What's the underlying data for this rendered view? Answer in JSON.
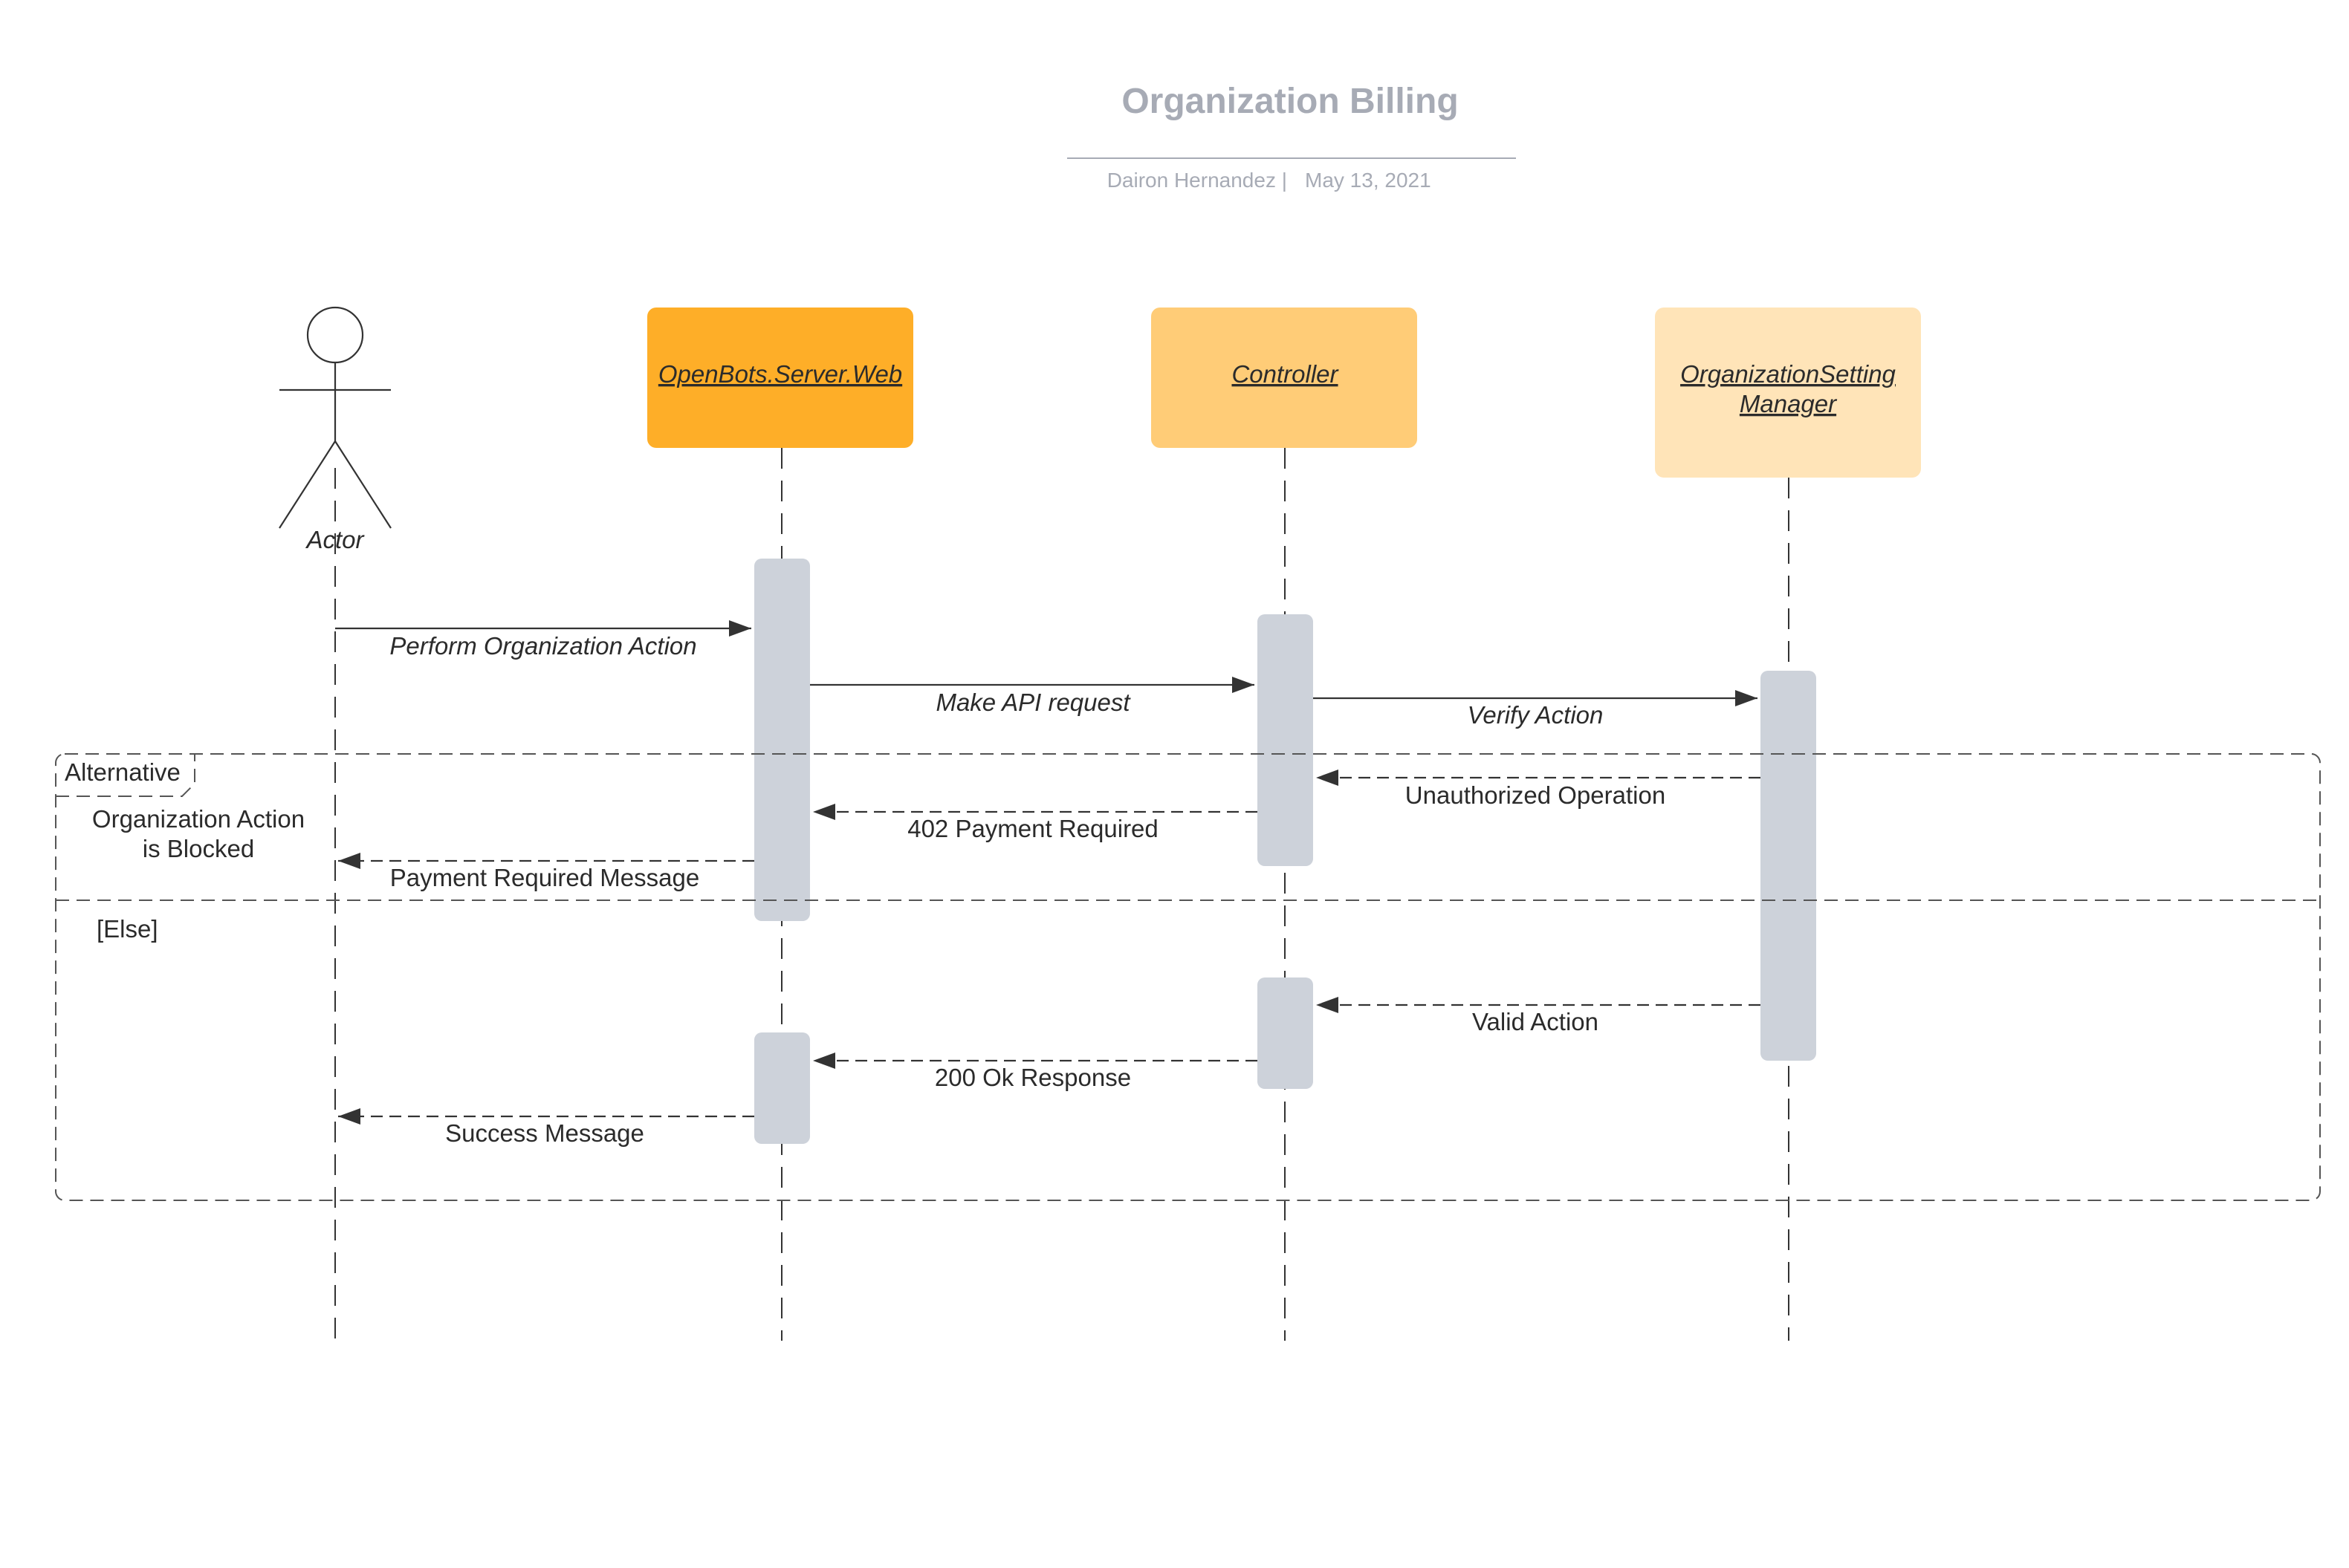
{
  "header": {
    "title": "Organization Billing",
    "author": "Dairon Hernandez |",
    "date": "May 13, 2021"
  },
  "participants": {
    "actor": "Actor",
    "web": "OpenBots.Server.Web",
    "controller": "Controller",
    "manager_line1": "OrganizationSetting",
    "manager_line2": "Manager"
  },
  "messages": {
    "perform": "Perform Organization Action",
    "api": "Make API request",
    "verify": "Verify Action",
    "unauthorized": "Unauthorized Operation",
    "payment402": "402 Payment Required",
    "payment_msg": "Payment Required Message",
    "valid": "Valid Action",
    "ok200": "200 Ok Response",
    "success": "Success Message"
  },
  "fragment": {
    "label": "Alternative",
    "guard_line1": "Organization Action",
    "guard_line2": "is Blocked",
    "else": "[Else]"
  },
  "colors": {
    "web": "#feae28",
    "controller": "#ffcc77",
    "manager": "#ffe4b8",
    "activation": "#cdd2da"
  }
}
